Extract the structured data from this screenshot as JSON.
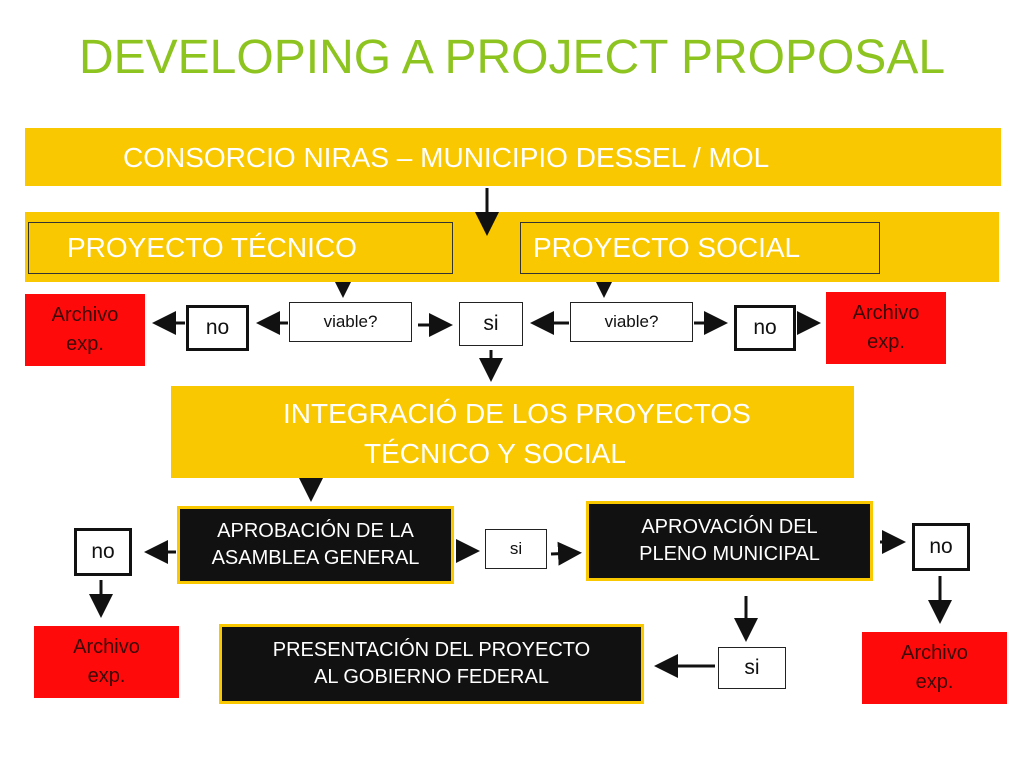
{
  "title": "DEVELOPING A PROJECT PROPOSAL",
  "consorcio": "CONSORCIO  NIRAS – MUNICIPIO DESSEL / MOL",
  "proyecto_tecnico": "PROYECTO TÉCNICO",
  "proyecto_social": "PROYECTO SOCIAL",
  "viable_left": "viable?",
  "viable_right": "viable?",
  "no_left": "no",
  "no_right": "no",
  "si_center": "si",
  "archivo_tl": {
    "line1": "Archivo",
    "line2": "exp."
  },
  "archivo_tr": {
    "line1": "Archivo",
    "line2": "exp."
  },
  "integracion": {
    "line1": "INTEGRACIÓ DE LOS PROYECTOS",
    "line2": "TÉCNICO Y SOCIAL"
  },
  "aprobacion_asamblea": {
    "line1": "APROBACIÓN DE LA",
    "line2": "ASAMBLEA GENERAL"
  },
  "si_mid": "si",
  "aprovacion_pleno": {
    "line1": "APROVACIÓN DEL",
    "line2": "PLENO MUNICIPAL"
  },
  "no_bottom_left": "no",
  "no_bottom_right": "no",
  "archivo_bl": {
    "line1": "Archivo",
    "line2": "exp."
  },
  "archivo_br": {
    "line1": "Archivo",
    "line2": "exp."
  },
  "presentacion": {
    "line1": "PRESENTACIÓN DEL PROYECTO",
    "line2": "AL GOBIERNO FEDERAL"
  },
  "si_bottom": "si",
  "colors": {
    "title": "#8dc41f",
    "yellow": "#f9c800",
    "red": "#ff0a0a",
    "dark": "#111111"
  }
}
